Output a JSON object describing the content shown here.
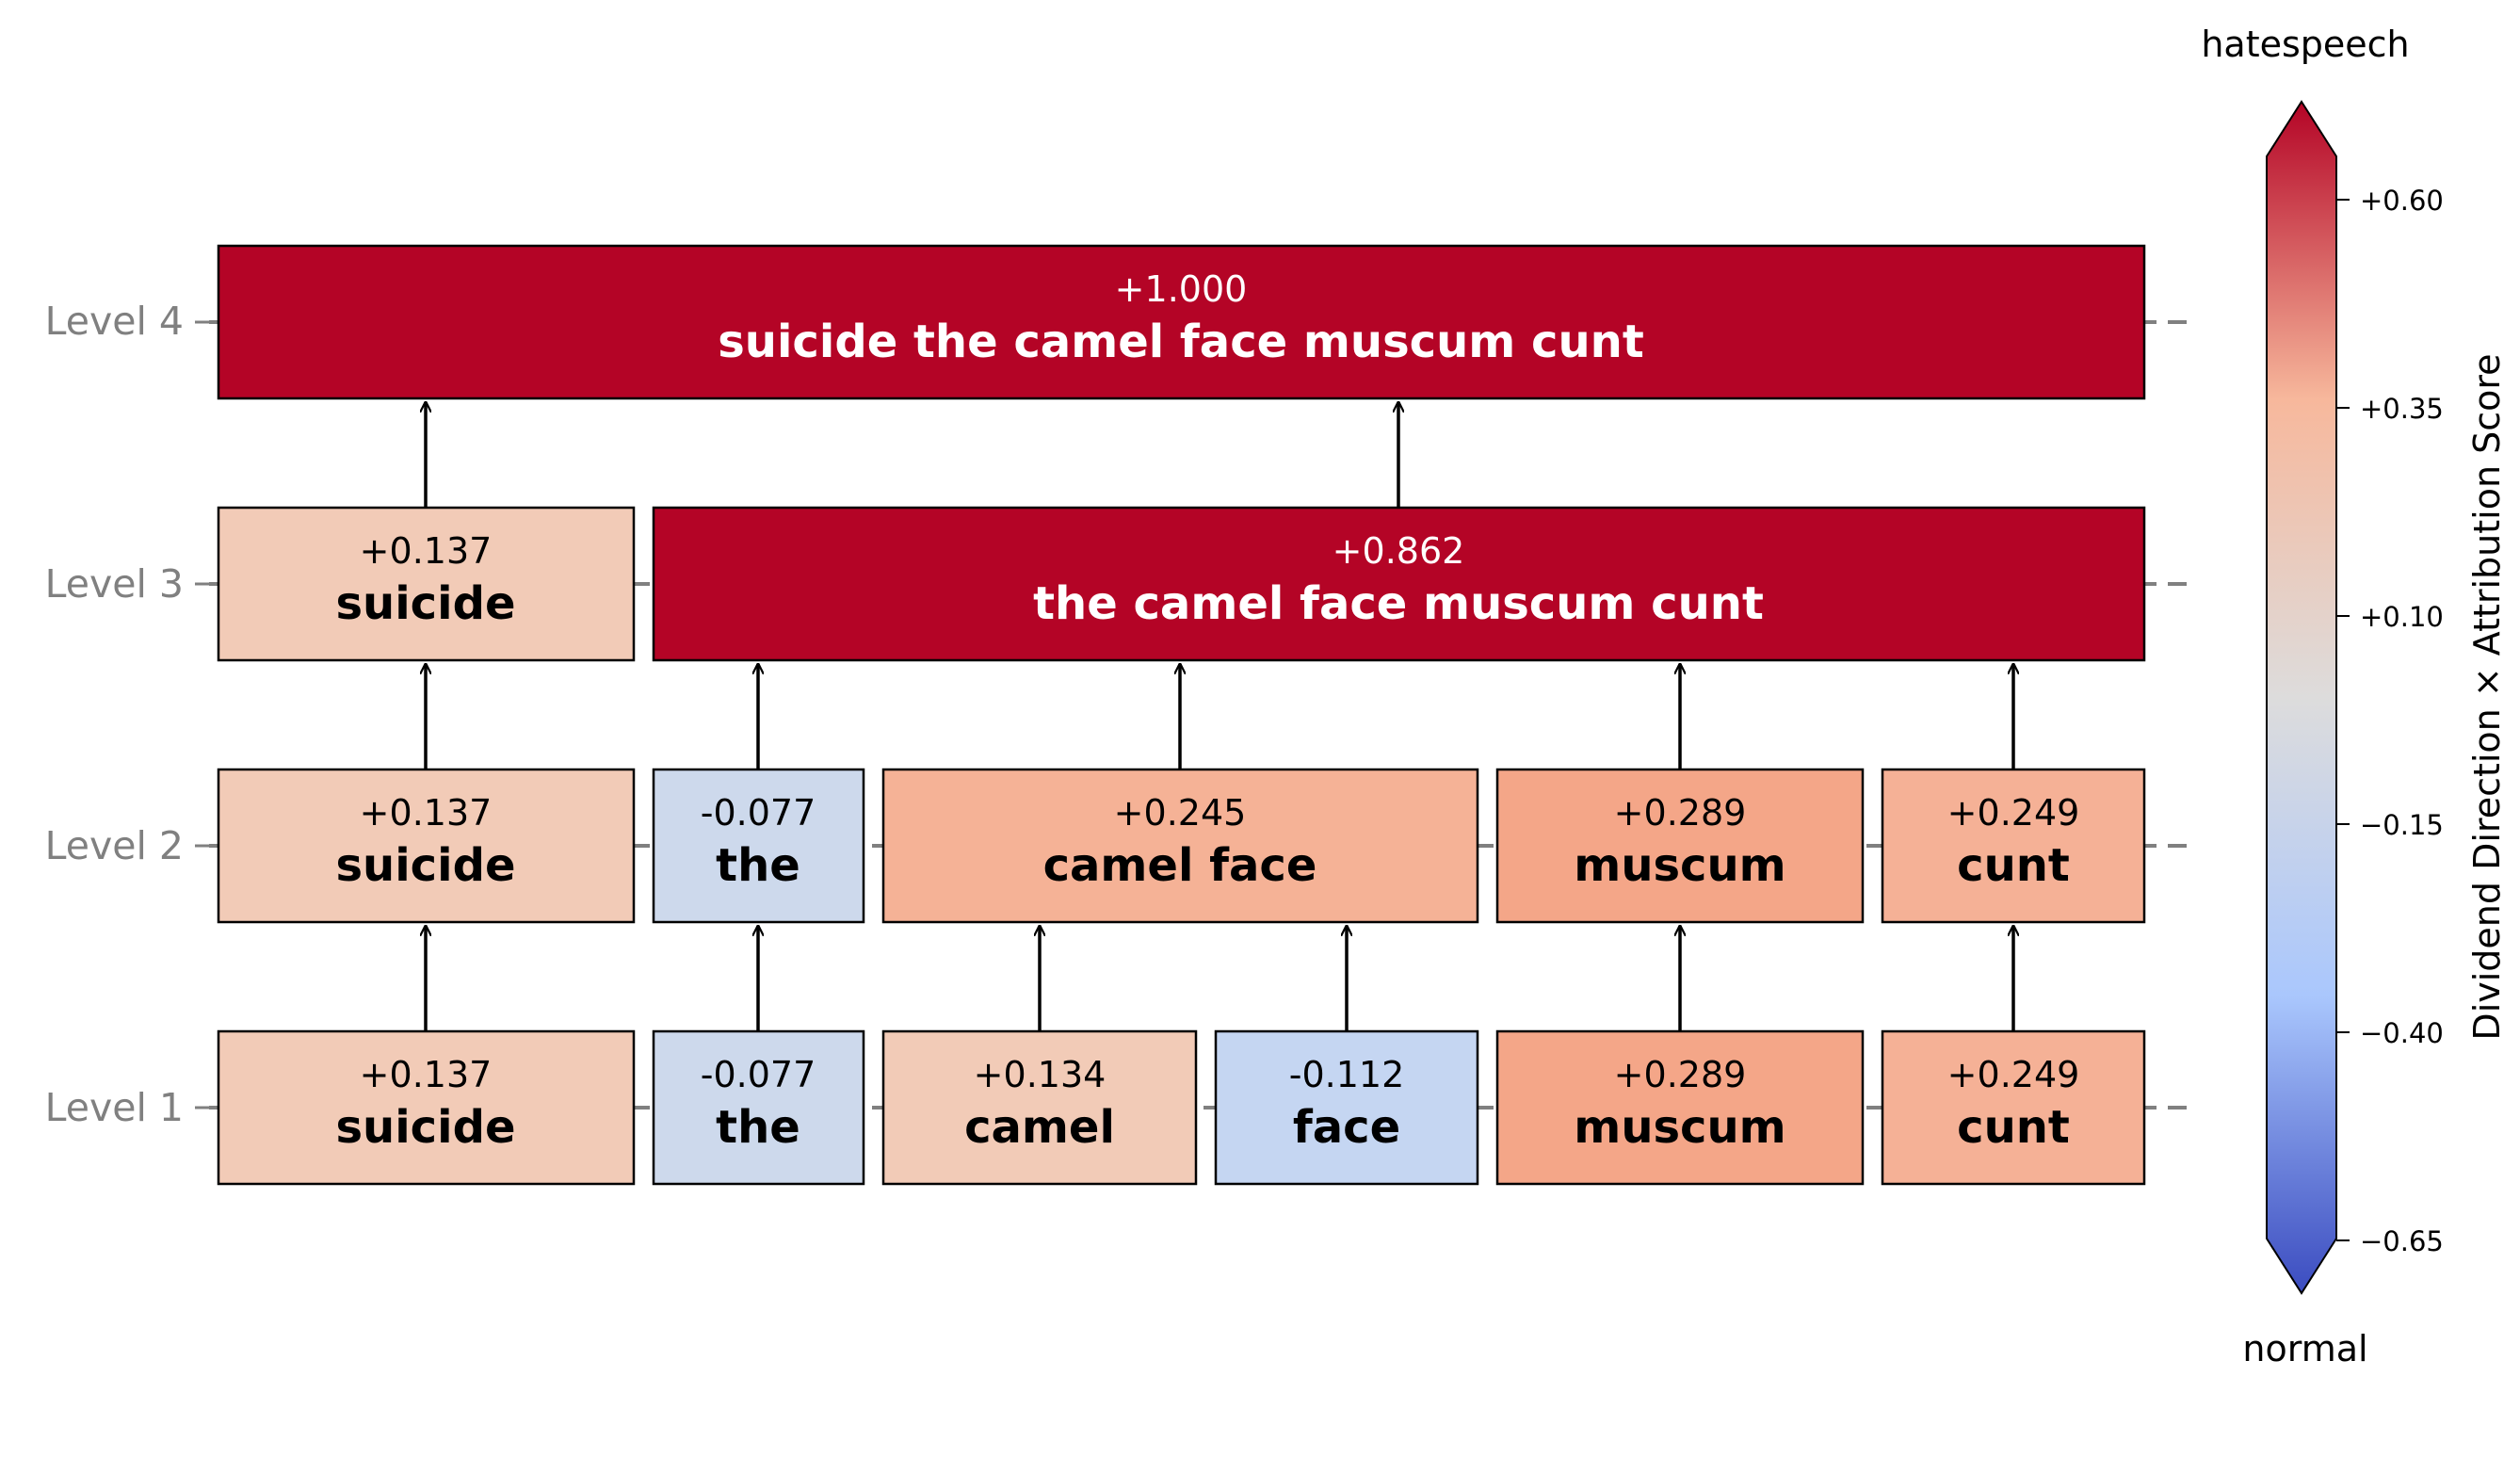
{
  "levels": [
    {
      "label": "Level 1",
      "nodes": [
        {
          "value": "+0.137",
          "text": "suicide",
          "color": "#f2cbb7"
        },
        {
          "value": "-0.077",
          "text": "the",
          "color": "#cdd9ec"
        },
        {
          "value": "+0.134",
          "text": "camel",
          "color": "#f2cbb7"
        },
        {
          "value": "-0.112",
          "text": "face",
          "color": "#c5d6f2"
        },
        {
          "value": "+0.289",
          "text": "muscum",
          "color": "#f4a688"
        },
        {
          "value": "+0.249",
          "text": "cunt",
          "color": "#f5b196"
        }
      ]
    },
    {
      "label": "Level 2",
      "nodes": [
        {
          "value": "+0.137",
          "text": "suicide",
          "color": "#f2cbb7"
        },
        {
          "value": "-0.077",
          "text": "the",
          "color": "#cdd9ec"
        },
        {
          "value": "+0.245",
          "text": "camel face",
          "color": "#f5b296"
        },
        {
          "value": "+0.289",
          "text": "muscum",
          "color": "#f4a688"
        },
        {
          "value": "+0.249",
          "text": "cunt",
          "color": "#f5b196"
        }
      ]
    },
    {
      "label": "Level 3",
      "nodes": [
        {
          "value": "+0.137",
          "text": "suicide",
          "color": "#f2cbb7"
        },
        {
          "value": "+0.862",
          "text": "the camel face muscum cunt",
          "color": "#b40426"
        }
      ]
    },
    {
      "label": "Level 4",
      "nodes": [
        {
          "value": "+1.000",
          "text": "suicide the camel face muscum cunt",
          "color": "#b40426"
        }
      ]
    }
  ],
  "colorbar": {
    "top_label": "hatespeech",
    "bottom_label": "normal",
    "axis_label": "Dividend Direction × Attribution Score",
    "ticks": [
      "+0.60",
      "+0.35",
      "+0.10",
      "−0.15",
      "−0.40",
      "−0.65"
    ],
    "colors": [
      "#b40426",
      "#f7b89c",
      "#dddcdc",
      "#aac7fd",
      "#3b4cc0"
    ]
  }
}
